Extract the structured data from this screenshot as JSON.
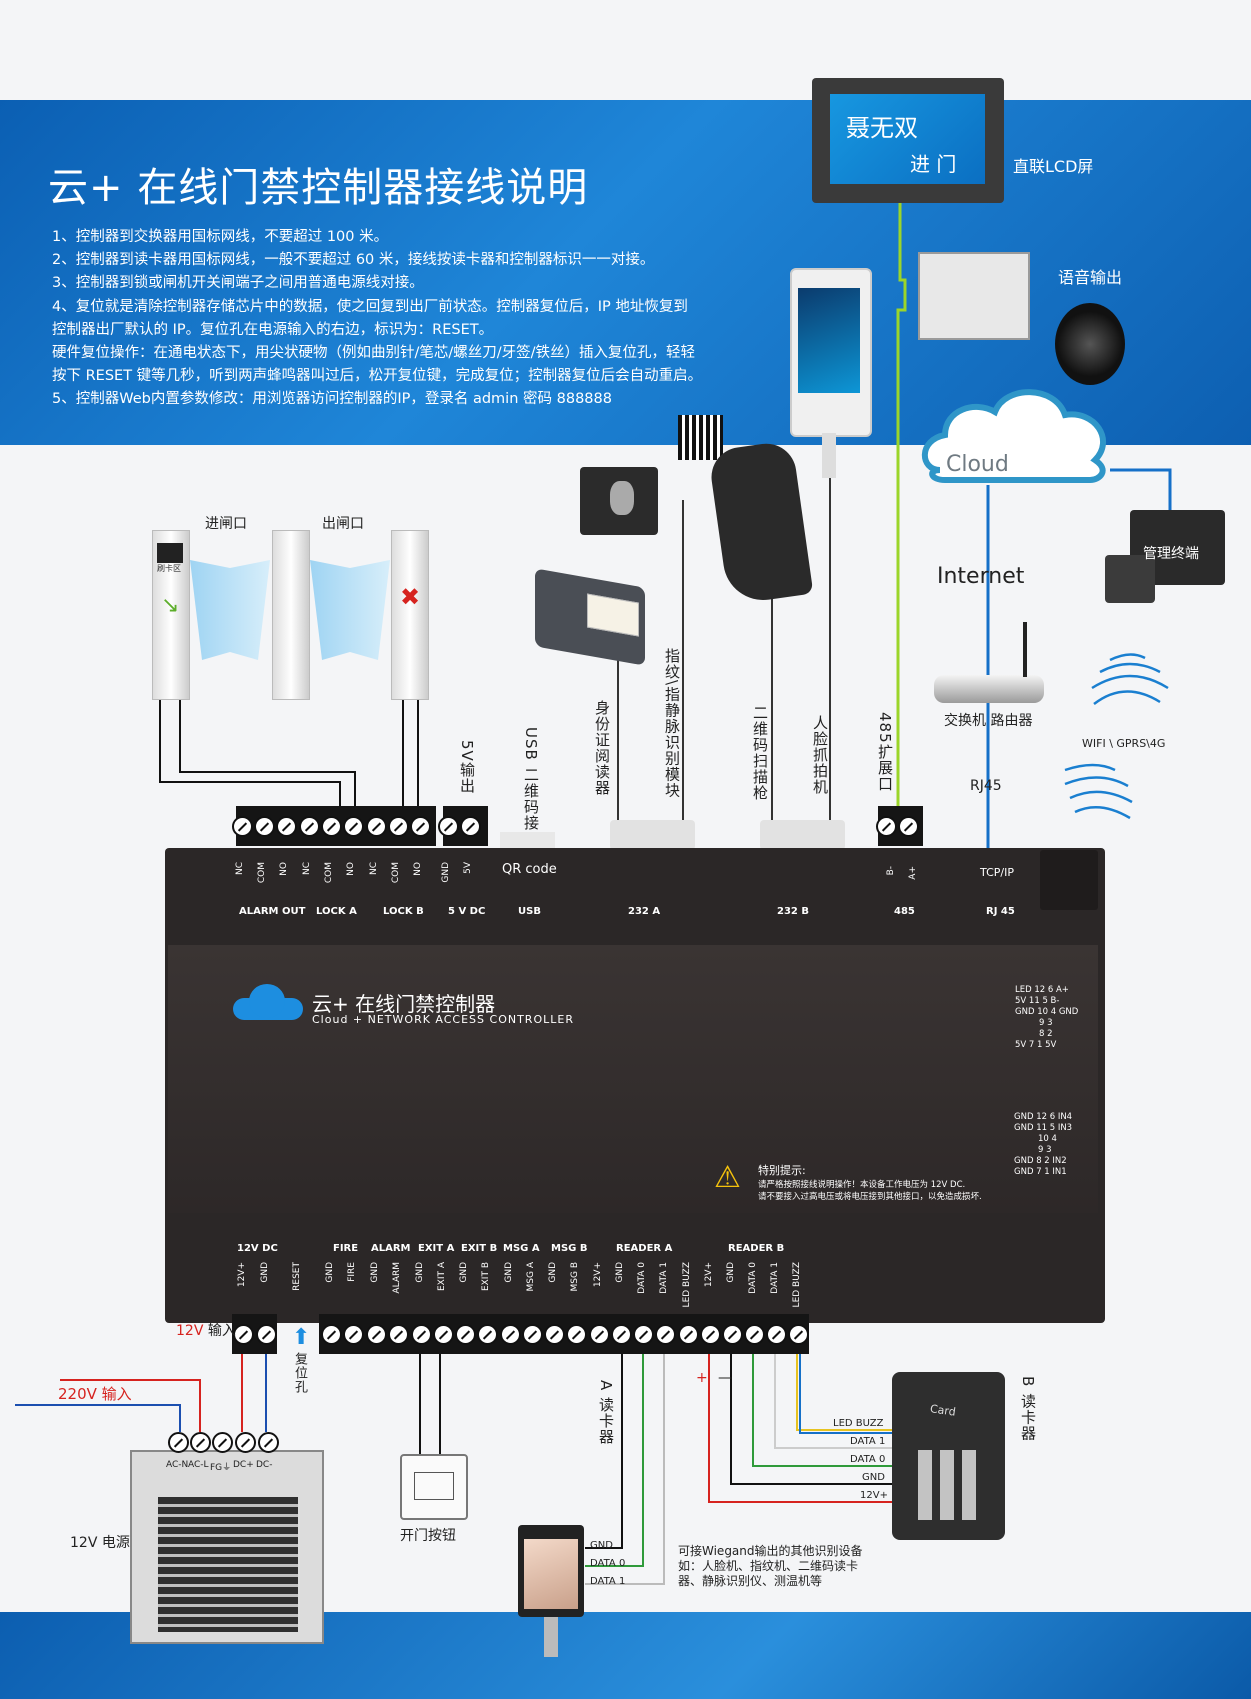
{
  "title": "云+ 在线门禁控制器接线说明",
  "notes": [
    "1、控制器到交换器用国标网线，不要超过 100 米。",
    "2、控制器到读卡器用国标网线，一般不要超过 60 米，接线按读卡器和控制器标识一一对接。",
    "3、控制器到锁或闸机开关闸端子之间用普通电源线对接。",
    "4、复位就是清除控制器存储芯片中的数据，使之回复到出厂前状态。控制器复位后，IP 地址恢复到",
    "控制器出厂默认的 IP。复位孔在电源输入的右边，标识为：RESET。",
    "硬件复位操作：在通电状态下，用尖状硬物（例如曲别针/笔芯/螺丝刀/牙签/铁丝）插入复位孔，轻轻",
    "按下 RESET 键等几秒，听到两声蜂鸣器叫过后，松开复位键，完成复位；控制器复位后会自动重启。",
    "5、控制器Web内置参数修改：用浏览器访问控制器的IP，登录名  admin    密码  888888"
  ],
  "lcd": {
    "line1": "聂无双",
    "line2": "进 门",
    "label": "直联LCD屏"
  },
  "voice_label": "语音输出",
  "cloud_label": "Cloud",
  "internet_label": "Internet",
  "terminal_label": "管理终端",
  "switch_label": "交换机  路由器",
  "wireless_label": "WIFI \\ GPRS\\4G",
  "rj45_label": "RJ45",
  "gate": {
    "entry": "进闸口",
    "exit": "出闸口",
    "swipe": "刷卡区"
  },
  "top_device_labels": {
    "out5v": "5V输出",
    "usb_qr": "USB 二维码接口",
    "id_reader": "身份证阅读器",
    "fingerprint": "指纹\\指静脉识别模块",
    "qr_gun": "二维码扫描枪",
    "face_cam": "人脸抓拍机",
    "ext485": "485扩展口"
  },
  "top_terminals": {
    "pins": [
      "NC",
      "COM",
      "NO",
      "NC",
      "COM",
      "NO",
      "NC",
      "COM",
      "NO",
      "GND",
      "5V"
    ],
    "groups": [
      "ALARM  OUT",
      "LOCK  A",
      "LOCK  B",
      "5 V DC",
      "USB",
      "232   A",
      "232   B",
      "485",
      "RJ 45"
    ],
    "qr": "QR code",
    "b485": [
      "B-",
      "A+"
    ],
    "tcpip": "TCP/IP"
  },
  "controller": {
    "brand": "云+ 在线门禁控制器",
    "brand_en": "Cloud + NETWORK  ACCESS  CONTROLLER",
    "warn_title": "特别提示:",
    "warn1": "请严格按照接线说明操作！本设备工作电压为 12V DC.",
    "warn2": "请不要接入过高电压或将电压接到其他接口，以免造成损坏.",
    "pinmap1": [
      "LED 12  6 A+",
      "5V 11  5 B-",
      "GND 10  4 GND",
      "9  3",
      "8  2",
      "5V  7  1 5V"
    ],
    "pinmap2": [
      "GND 12  6 IN4",
      "GND 11  5 IN3",
      "10  4",
      "9  3",
      "GND  8  2 IN2",
      "GND  7  1 IN1"
    ]
  },
  "bottom_terminals": {
    "groups": [
      "12V  DC",
      "FIRE",
      "ALARM",
      "EXIT  A",
      "EXIT  B",
      "MSG  A",
      "MSG B",
      "READER  A",
      "READER  B"
    ],
    "pins": [
      "12V+",
      "GND",
      "RESET",
      "GND",
      "FIRE",
      "GND",
      "ALARM",
      "GND",
      "EXIT A",
      "GND",
      "EXIT B",
      "GND",
      "MSG A",
      "GND",
      "MSG B",
      "12V+",
      "GND",
      "DATA 0",
      "DATA 1",
      "LED BUZZ",
      "12V+",
      "GND",
      "DATA 0",
      "DATA 1",
      "LED BUZZ"
    ]
  },
  "power": {
    "in12v_a": "12V",
    "in12v_b": " 输入",
    "reset_hole": "复位孔",
    "in220v": "220V  输入",
    "psu_pins": [
      "AC-N",
      "AC-L",
      "FG⏚",
      "DC+",
      "DC-"
    ],
    "psu_label": "12V 电源"
  },
  "open_button": "开门按钮",
  "reader_a": {
    "label": "A 读卡器",
    "wires": [
      "GND",
      "DATA  0",
      "DATA  1"
    ]
  },
  "reader_b": {
    "label": "B 读卡器",
    "wires": [
      "LED BUZZ",
      "DATA 1",
      "DATA 0",
      "GND",
      "12V+"
    ],
    "card": "Card",
    "plus": "+",
    "minus": "—"
  },
  "wiegand_note": [
    "可接Wiegand输出的其他识别设备",
    "如：人脸机、指纹机、二维码读卡",
    "器、静脉识别仪、测温机等"
  ],
  "colors": {
    "blue": "#1570c8",
    "red": "#d6231f",
    "green": "#2f9a3a",
    "lime": "#9bd52a",
    "dark": "#2b2727"
  }
}
